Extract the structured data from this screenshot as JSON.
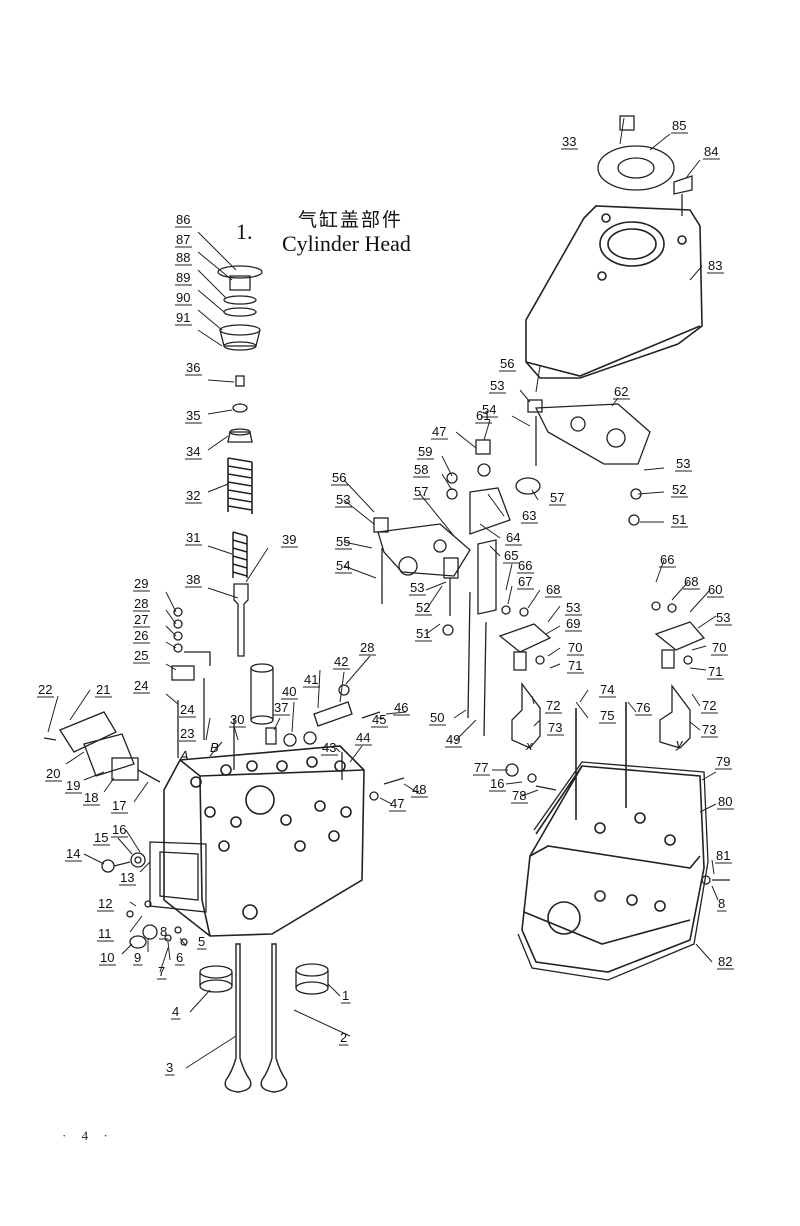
{
  "title": {
    "number": "1.",
    "chinese": "气缸盖部件",
    "english": "Cylinder  Head"
  },
  "page_number": "· 4 ·",
  "callouts": [
    "1",
    "2",
    "3",
    "4",
    "5",
    "6",
    "7",
    "8",
    "9",
    "10",
    "11",
    "12",
    "13",
    "14",
    "15",
    "16",
    "17",
    "18",
    "19",
    "20",
    "21",
    "22",
    "23",
    "24",
    "25",
    "26",
    "27",
    "28",
    "29",
    "30",
    "31",
    "32",
    "33",
    "34",
    "35",
    "36",
    "37",
    "38",
    "39",
    "40",
    "41",
    "42",
    "43",
    "44",
    "45",
    "46",
    "47",
    "48",
    "49",
    "50",
    "51",
    "52",
    "53",
    "54",
    "55",
    "56",
    "57",
    "58",
    "59",
    "60",
    "61",
    "62",
    "63",
    "64",
    "65",
    "66",
    "67",
    "68",
    "69",
    "70",
    "71",
    "72",
    "73",
    "74",
    "75",
    "76",
    "77",
    "78",
    "79",
    "80",
    "81",
    "82",
    "83",
    "84",
    "85",
    "86",
    "87",
    "88",
    "89",
    "90",
    "91"
  ],
  "part_marks": [
    "A",
    "B",
    "x",
    "y"
  ]
}
